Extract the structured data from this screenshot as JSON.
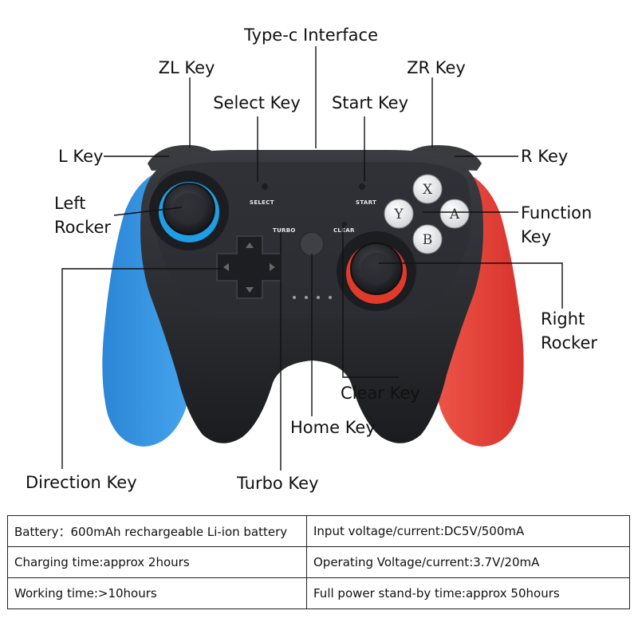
{
  "labels": {
    "type_c": "Type-c Interface",
    "zl_key": "ZL Key",
    "zr_key": "ZR Key",
    "select_key": "Select Key",
    "start_key": "Start Key",
    "l_key": "L Key",
    "r_key": "R Key",
    "left_rocker_1": "Left",
    "left_rocker_2": "Rocker",
    "function_key_1": "Function",
    "function_key_2": "Key",
    "right_rocker_1": "Right",
    "right_rocker_2": "Rocker",
    "clear_key": "Clear Key",
    "home_key": "Home Key",
    "direction_key": "Direction Key",
    "turbo_key": "Turbo Key"
  },
  "controller": {
    "select_text": "SELECT",
    "start_text": "START",
    "turbo_text": "TURBO",
    "clear_text": "CLEAR",
    "buttons": {
      "x": "X",
      "y": "Y",
      "a": "A",
      "b": "B"
    },
    "colors": {
      "left_grip": "#2f8fe0",
      "right_grip": "#e8403a",
      "body": "#2a2c30",
      "left_stick_ring": "#1e9ee6",
      "right_stick_ring": "#e03a2a"
    }
  },
  "specs": [
    [
      "Battery：600mAh rechargeable Li-ion battery",
      "Input voltage/current:DC5V/500mA"
    ],
    [
      "Charging time:approx 2hours",
      "Operating Voltage/current:3.7V/20mA"
    ],
    [
      "Working time:>10hours",
      "Full power stand-by time:approx 50hours"
    ]
  ]
}
